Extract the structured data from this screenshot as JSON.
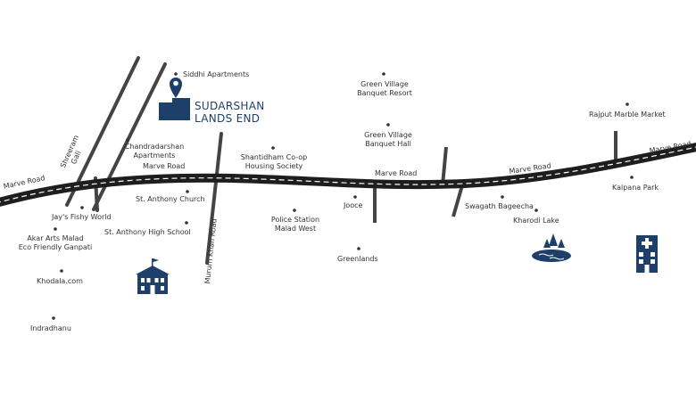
{
  "project": {
    "name_line1": "SUDARSHAN",
    "name_line2": "LANDS END"
  },
  "colors": {
    "road": "#1e1e1e",
    "road_dash": "#ffffff",
    "minor_road": "#444444",
    "text": "#333333",
    "brand": "#1f3f6b",
    "icon": "#1f3f6b"
  },
  "roads": {
    "marve_road_1": "Marve Road",
    "marve_road_2": "Marve Road",
    "marve_road_3": "Marve Road",
    "marve_road_4": "Marve Road",
    "marve_road_5": "Marve Road",
    "shreeram_gali_1": "Shreeram",
    "shreeram_gali_2": "Gali",
    "murum_khan_road": "Murum Khan Road"
  },
  "landmarks": {
    "siddhi_apartments": "Siddhi Apartments",
    "chandradarshan_1": "Chandradarshan",
    "chandradarshan_2": "Apartments",
    "green_village_resort_1": "Green Village",
    "green_village_resort_2": "Banquet Resort",
    "green_village_hall_1": "Green Village",
    "green_village_hall_2": "Banquet Hall",
    "shantidham_1": "Shantidham Co-op",
    "shantidham_2": "Housing Society",
    "rajput_marble": "Rajput Marble Market",
    "kalpana_park": "Kalpana Park",
    "jays_fishy_world": "Jay's Fishy World",
    "st_anthony_church": "St. Anthony Church",
    "st_anthony_school": "St. Anthony High School",
    "akar_arts_1": "Akar Arts Malad",
    "akar_arts_2": "Eco Friendly Ganpati",
    "khodala": "Khodala.com",
    "indradhanu": "Indradhanu",
    "police_station_1": "Police Station",
    "police_station_2": "Malad West",
    "jooce": "Jooce",
    "greenlands": "Greenlands",
    "swagath_bageecha": "Swagath Bageecha",
    "kharodi_lake": "Kharodi Lake"
  },
  "icons": [
    "location-pin-icon",
    "building-icon",
    "school-icon",
    "lake-icon",
    "hospital-icon"
  ]
}
